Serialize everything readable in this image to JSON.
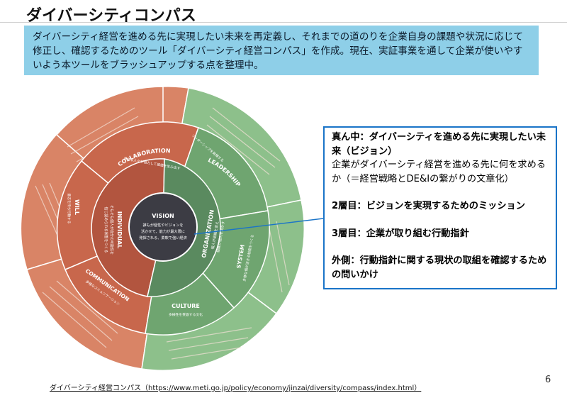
{
  "slide": {
    "title": "ダイバーシティコンパス",
    "summary": "ダイバーシティ経営を進める先に実現したい未来を再定義し、それまでの道のりを企業自身の課題や状況に応じて修正し、確認するためのツール「ダイバーシティ経営コンパス」を作成。現在、実証事業を通して企業が使いやすいよう本ツールをブラッシュアップする点を整理中。",
    "page_number": "6",
    "source_link": "ダイバーシティ経営コンパス（https://www.meti.go.jp/policy/economy/jinzai/diversity/compass/index.html）"
  },
  "callout": {
    "center_heading": "真ん中：ダイバーシティを進める先に実現したい未来（ビジョン）",
    "center_body": "企業がダイバーシティ経営を進める先に何を求めるか（＝経営戦略とDE&Iの繋がりの文章化）",
    "layer2": "2層目：ビジョンを実現するためのミッション",
    "layer3": "3層目：企業が取り組む行動指針",
    "outer": "外側：行動指針に関する現状の取組を確認するための問いかけ"
  },
  "wheel": {
    "center_title": "VISION",
    "center_body": [
      "誰もが個性やビジョンを",
      "活かせて、能力が最大限に",
      "発揮される、柔軟で強い経済"
    ],
    "layer2": [
      {
        "label": "INDIVIDUAL",
        "sub": [
          "そもそも個人が自分の可能性を",
          "信じ認められる状態をつくる"
        ]
      },
      {
        "label": "ORGANIZATION",
        "sub": [
          "個人が組織を変え",
          "組織が個人を活かす"
        ]
      }
    ],
    "layer3": [
      {
        "label": "COLLABORATION",
        "sub": "多様な人々が協力して価値を生み出す"
      },
      {
        "label": "LEADERSHIP",
        "sub": "リーダーシップを発揮する"
      },
      {
        "label": "SYSTEM",
        "sub": "多様な個が活きる制度をつくる"
      },
      {
        "label": "CULTURE",
        "sub": "多様性を受容する文化"
      },
      {
        "label": "COMMUNICATION",
        "sub": "多様なコミュニケーション"
      },
      {
        "label": "WILL",
        "sub": "意志を持ち行動する"
      }
    ]
  },
  "colors": {
    "red_dark": "#b2553f",
    "red_mid": "#c8674c",
    "red_light": "#d98466",
    "green_dark": "#5a8a5f",
    "green_mid": "#6fa570",
    "green_light": "#8dc08b",
    "center": "#3c3c44",
    "summary_bg": "#8ecfe8",
    "callout_border": "#1a74c8"
  }
}
